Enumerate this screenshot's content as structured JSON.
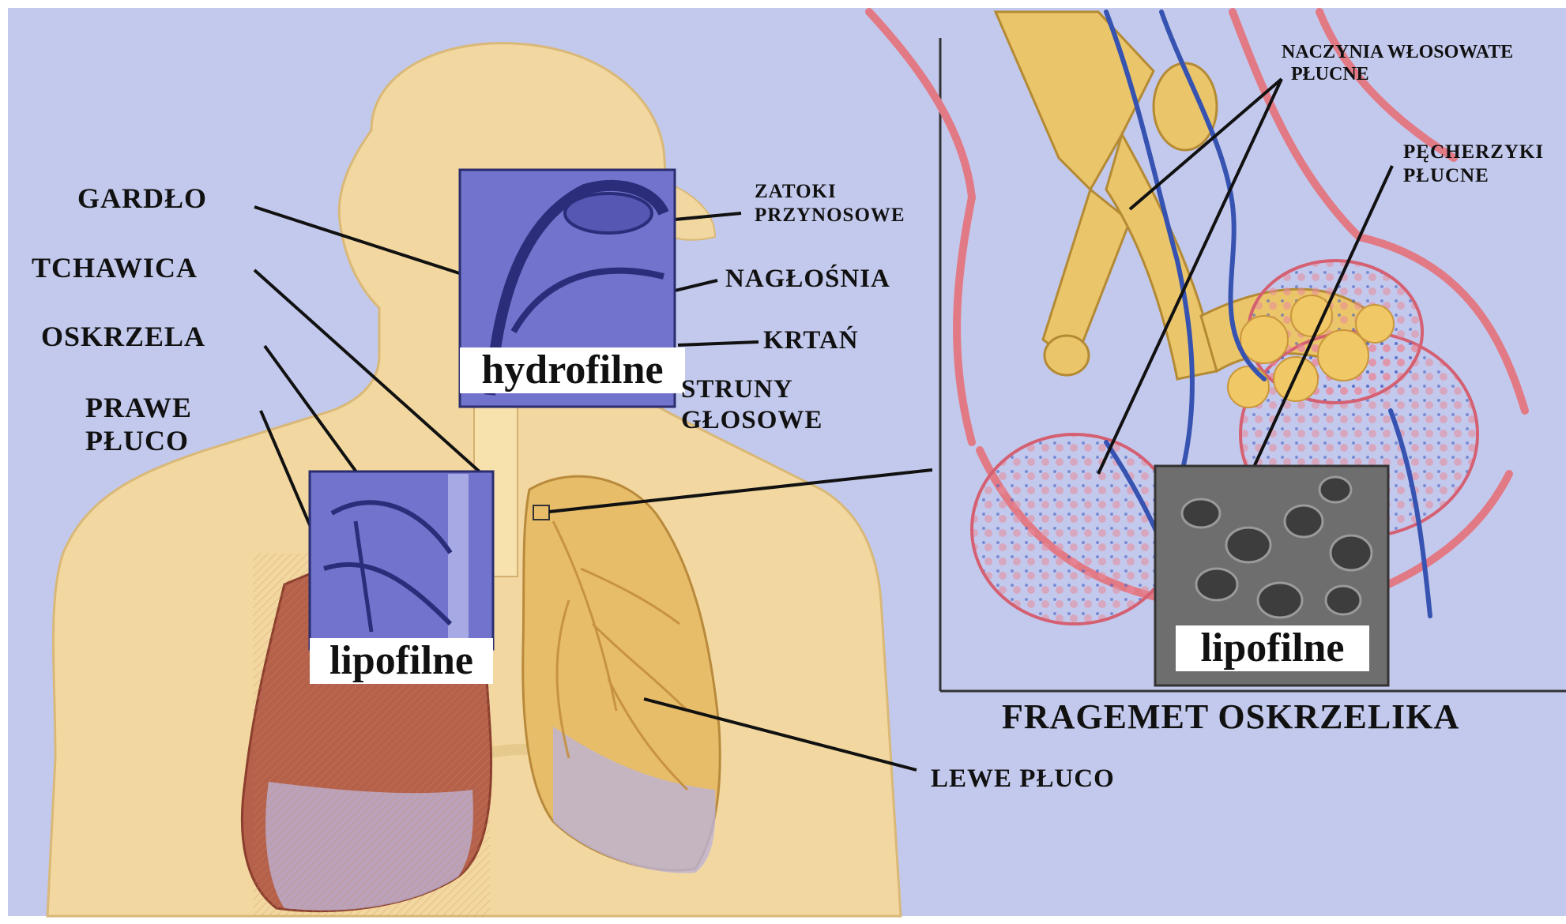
{
  "diagram": {
    "labels": {
      "gardlo": "GARDŁO",
      "tchawica": "TCHAWICA",
      "oskrzela": "OSKRZELA",
      "prawe_pluco_line1": "PRAWE",
      "prawe_pluco_line2": "PŁUCO",
      "zatoki_line1": "ZATOKI",
      "zatoki_line2": "PRZYNOSOWE",
      "naglosnia": "NAGŁOŚNIA",
      "krtan": "KRTAŃ",
      "struny_line1": "STRUNY",
      "struny_line2": "GŁOSOWE",
      "lewe_pluco": "LEWE PŁUCO",
      "naczynia_line1": "NACZYNIA WŁOSOWATE",
      "naczynia_line2": "PŁUCNE",
      "pecherzyki_line1": "PĘCHERZYKI",
      "pecherzyki_line2": "PŁUCNE",
      "fragment": "FRAGEMET OSKRZELIKA"
    },
    "overlays": {
      "hydrofilne": "hydrofilne",
      "lipofilne_left": "lipofilne",
      "lipofilne_right": "lipofilne"
    },
    "colors": {
      "background": "#c3c9ec",
      "skin": "#f2d8a0",
      "right_lung": "#b5604a",
      "left_lung": "#e7bd6a",
      "artery": "#e27a86",
      "vein": "#3653b2",
      "blue_overlay": "#7173cc",
      "gray_overlay": "#6e6e6e"
    }
  }
}
